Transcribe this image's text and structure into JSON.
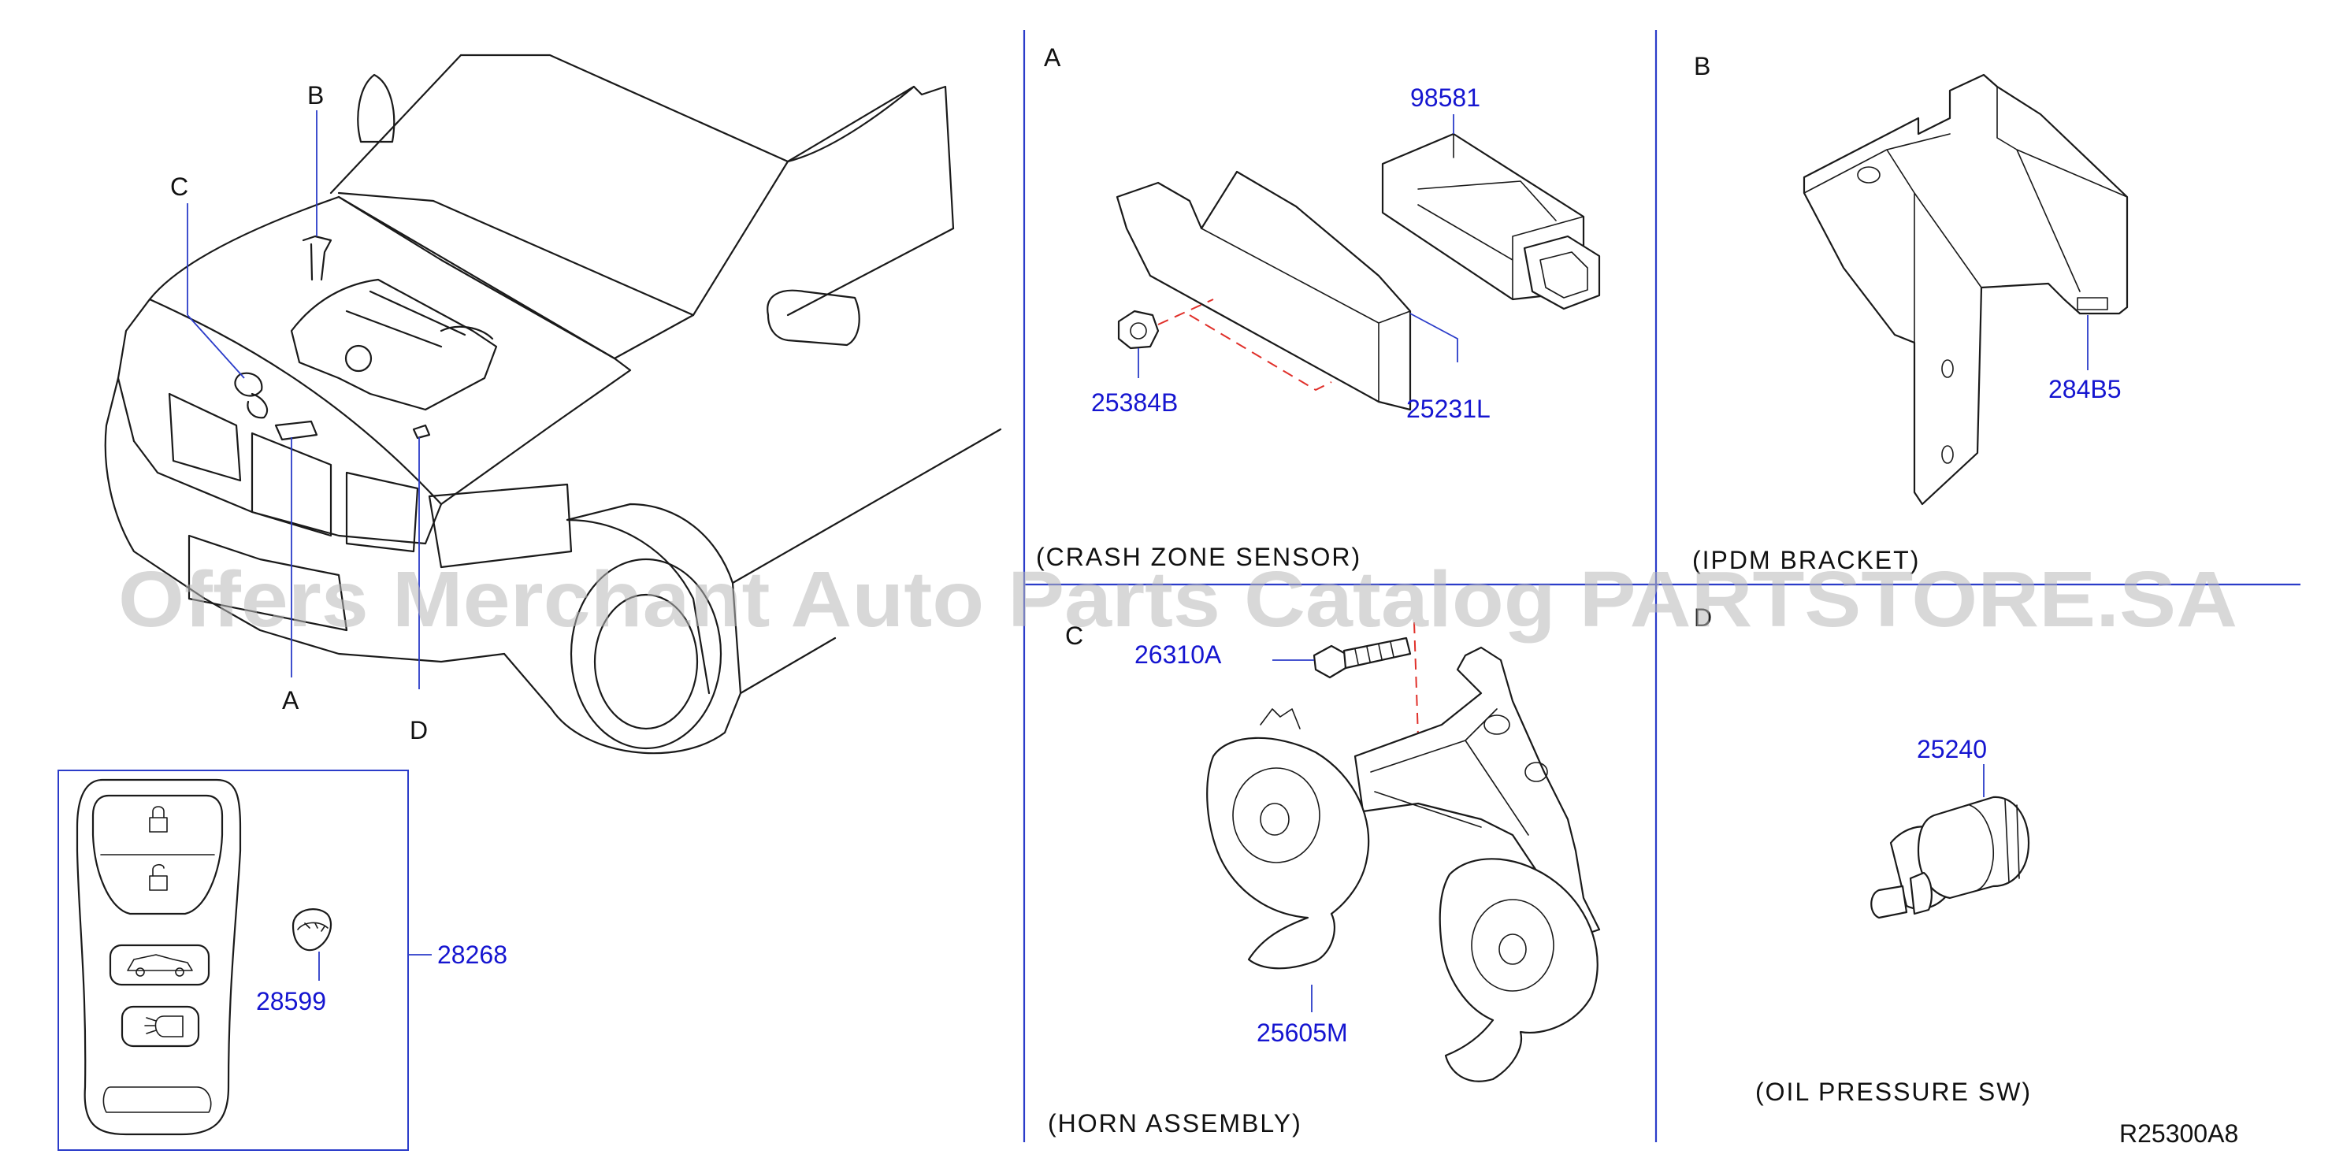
{
  "panels": {
    "vehicle": {
      "callouts": [
        "A",
        "B",
        "C",
        "D"
      ]
    },
    "a": {
      "letter": "A",
      "caption": "(CRASH  ZONE  SENSOR)",
      "parts": [
        "98581",
        "25384B",
        "25231L"
      ]
    },
    "b": {
      "letter": "B",
      "caption": "(IPDM  BRACKET)",
      "parts": [
        "284B5"
      ]
    },
    "c": {
      "letter": "C",
      "caption": "(HORN  ASSEMBLY)",
      "parts": [
        "26310A",
        "25605M"
      ]
    },
    "d": {
      "letter": "D",
      "caption": "(OIL  PRESSURE  SW)",
      "parts": [
        "25240"
      ]
    },
    "keyfob": {
      "parts": [
        "28268",
        "28599"
      ]
    }
  },
  "diagram_code": "R25300A8",
  "watermark": "Offers Merchant Auto Parts Catalog PARTSTORE.SA",
  "colors": {
    "part_number": "#1515d0",
    "divider": "#2b3cc9",
    "dashed_guide": "#e0302a",
    "line": "#1a1a1a"
  }
}
